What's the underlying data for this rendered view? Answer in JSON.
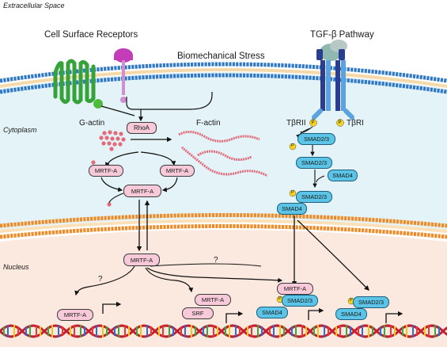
{
  "regions": {
    "extracellular": "Extracellular Space",
    "cytoplasm": "Cytoplasm",
    "nucleus": "Nucleus"
  },
  "headings": {
    "receptors": "Cell Surface Receptors",
    "stress": "Biomechanical Stress",
    "tgfb": "TGF-β Pathway"
  },
  "labels": {
    "g_actin": "G-actin",
    "f_actin": "F-actin",
    "rhoa": "RhoA",
    "tbrii": "TβRII",
    "tbri": "TβRI",
    "phospho": "P",
    "question": "?"
  },
  "proteins": {
    "mrtf": "MRTF-A",
    "srf": "SRF",
    "smad23": "SMAD2/3",
    "smad4": "SMAD4"
  },
  "colors": {
    "cytoplasm": "#e4f3f8",
    "nucleus": "#fbe9df",
    "outer_membrane": "#2f78c8",
    "nuclear_membrane": "#f08a24",
    "mrtf": "#f7c9d9",
    "smad": "#5cc4e6",
    "actin": "#e46a7a",
    "phospho": "#f5d21b"
  }
}
